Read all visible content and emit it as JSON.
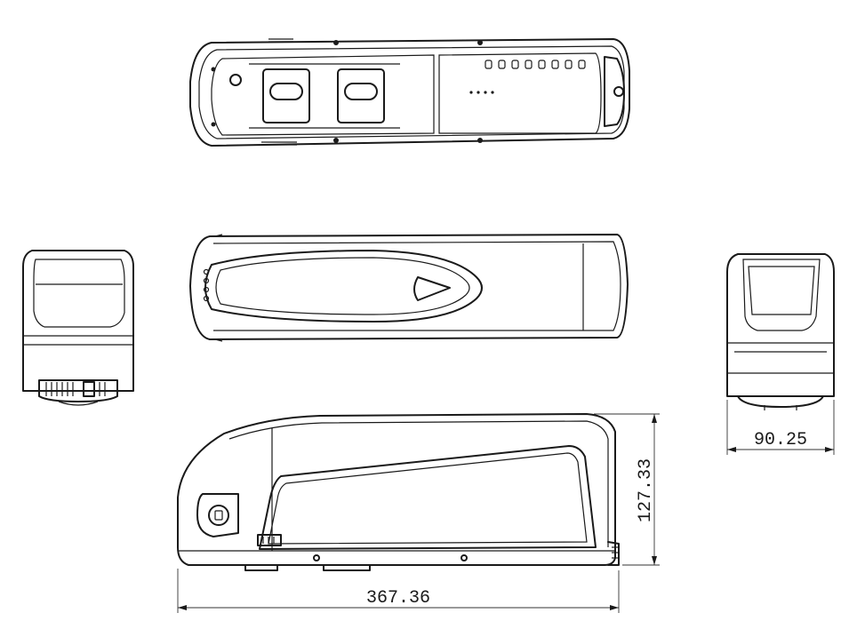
{
  "dimensions": {
    "length": "367.36",
    "height": "127.33",
    "width": "90.25"
  }
}
